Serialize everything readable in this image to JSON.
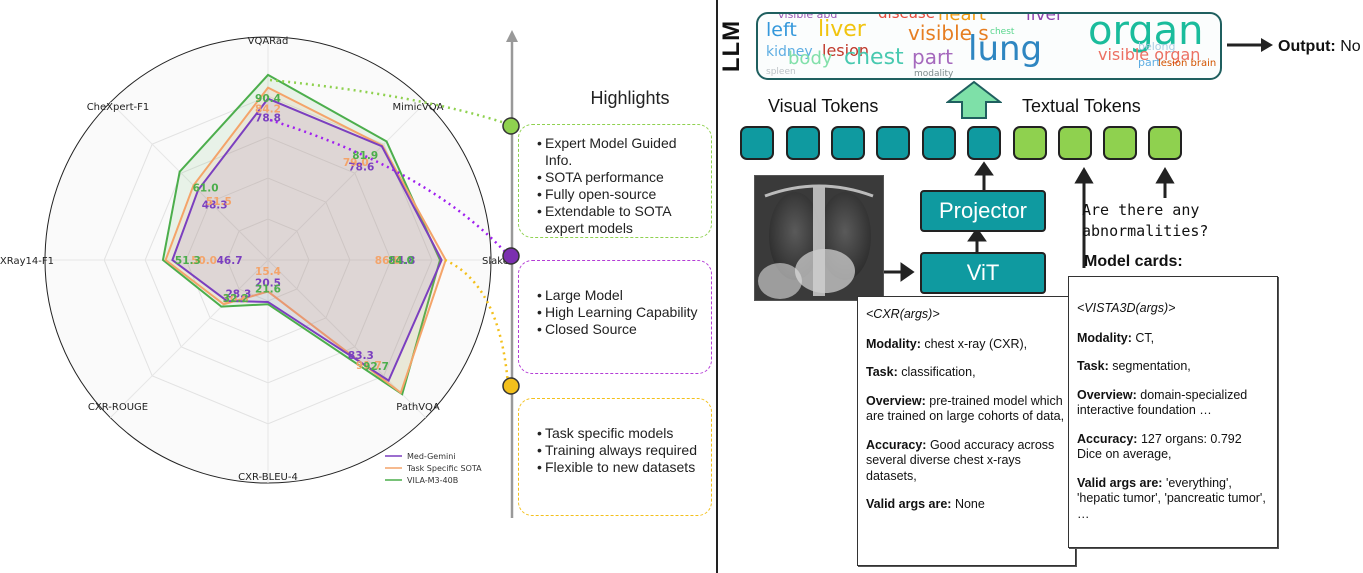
{
  "radar": {
    "axes": [
      "VQARad",
      "MimicVQA",
      "Slake",
      "PathVQA",
      "CXR-BLEU-4",
      "CXR-ROUGE",
      "XRay14-F1",
      "CheXpert-F1"
    ],
    "legend": [
      {
        "name": "Med-Gemini",
        "color": "#7b3fbf"
      },
      {
        "name": "Task Specific SOTA",
        "color": "#f4a46a"
      },
      {
        "name": "VILA-M3-40B",
        "color": "#4cae4c"
      }
    ]
  },
  "chart_data": {
    "type": "radar",
    "categories": [
      "VQARad",
      "MimicVQA",
      "Slake",
      "PathVQA",
      "CXR-BLEU-4",
      "CXR-ROUGE",
      "XRay14-F1",
      "CheXpert-F1"
    ],
    "series": [
      {
        "name": "Med-Gemini",
        "values": [
          78.8,
          78.6,
          84.8,
          83.3,
          20.5,
          28.3,
          46.7,
          48.3
        ]
      },
      {
        "name": "Task Specific SOTA",
        "values": [
          84.2,
          79.0,
          86.8,
          91.7,
          15.4,
          30.6,
          50.0,
          51.5
        ]
      },
      {
        "name": "VILA-M3-40B",
        "values": [
          90.4,
          81.9,
          84.0,
          92.7,
          21.6,
          32.2,
          51.3,
          61.0
        ]
      }
    ]
  },
  "highlights": {
    "title": "Highlights",
    "box1": [
      "Expert Model Guided Info.",
      "SOTA performance",
      "Fully open-source",
      "Extendable to SOTA expert models"
    ],
    "box2": [
      "Large Model",
      "High Learning Capability",
      "Closed Source"
    ],
    "box3": [
      "Task specific models",
      "Training always required",
      "Flexible to new datasets"
    ]
  },
  "arch": {
    "llm_label": "LLM",
    "cloud_words": [
      "visible abd",
      "disease",
      "heart",
      "liver",
      "organ",
      "left",
      "liver",
      "visible s",
      "kidney",
      "lesion",
      "body",
      "chest",
      "part",
      "lung",
      "visible organ",
      "modality",
      "belong",
      "part",
      "lesion brain",
      "chest",
      "spleen"
    ],
    "output_label": "Output:",
    "output_value": "No",
    "visual_tokens": "Visual Tokens",
    "textual_tokens": "Textual Tokens",
    "projector": "Projector",
    "vit": "ViT",
    "question": "Are there any abnormalities?",
    "model_cards_title": "Model cards:",
    "card_cxr": {
      "signature": "<CXR(args)>",
      "modality_label": "Modality:",
      "modality": "chest x-ray (CXR),",
      "task_label": "Task:",
      "task": "classification,",
      "overview_label": "Overview:",
      "overview": "pre-trained model which are trained on large cohorts of data,",
      "accuracy_label": "Accuracy:",
      "accuracy": "Good accuracy across several diverse chest x-rays datasets,",
      "args_label": "Valid args are:",
      "args": "None"
    },
    "card_vista": {
      "signature": "<VISTA3D(args)>",
      "modality_label": "Modality:",
      "modality": "CT,",
      "task_label": "Task:",
      "task": "segmentation,",
      "overview_label": "Overview:",
      "overview": "domain-specialized interactive foundation …",
      "accuracy_label": "Accuracy:",
      "accuracy": "127 organs: 0.792 Dice on average,",
      "args_label": "Valid args are:",
      "args": "'everything', 'hepatic tumor', 'pancreatic tumor', …"
    }
  }
}
